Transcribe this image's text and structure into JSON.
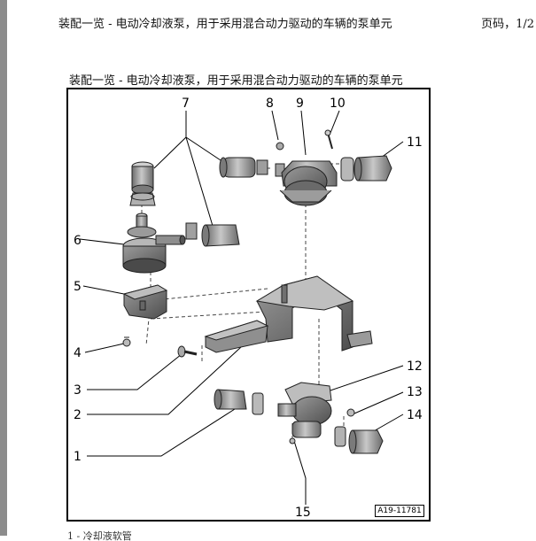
{
  "header": {
    "doc_title": "装配一览 - 电动冷却液泵，用于采用混合动力驱动的车辆的泵单元",
    "page_label": "页码，1/2"
  },
  "section": {
    "title": "装配一览 - 电动冷却液泵，用于采用混合动力驱动的车辆的泵单元"
  },
  "figure": {
    "id": "A19-11781",
    "callouts": [
      "1",
      "2",
      "3",
      "4",
      "5",
      "6",
      "7",
      "8",
      "9",
      "10",
      "11",
      "12",
      "13",
      "14",
      "15"
    ]
  },
  "footer": {
    "partial_text": "1 - 冷却液软管"
  },
  "colors": {
    "part_fill": "#8a8a8a",
    "part_dark": "#5e5e5e",
    "part_light": "#c4c4c4",
    "frame": "#000000",
    "side_bar": "#8c8c8c"
  }
}
